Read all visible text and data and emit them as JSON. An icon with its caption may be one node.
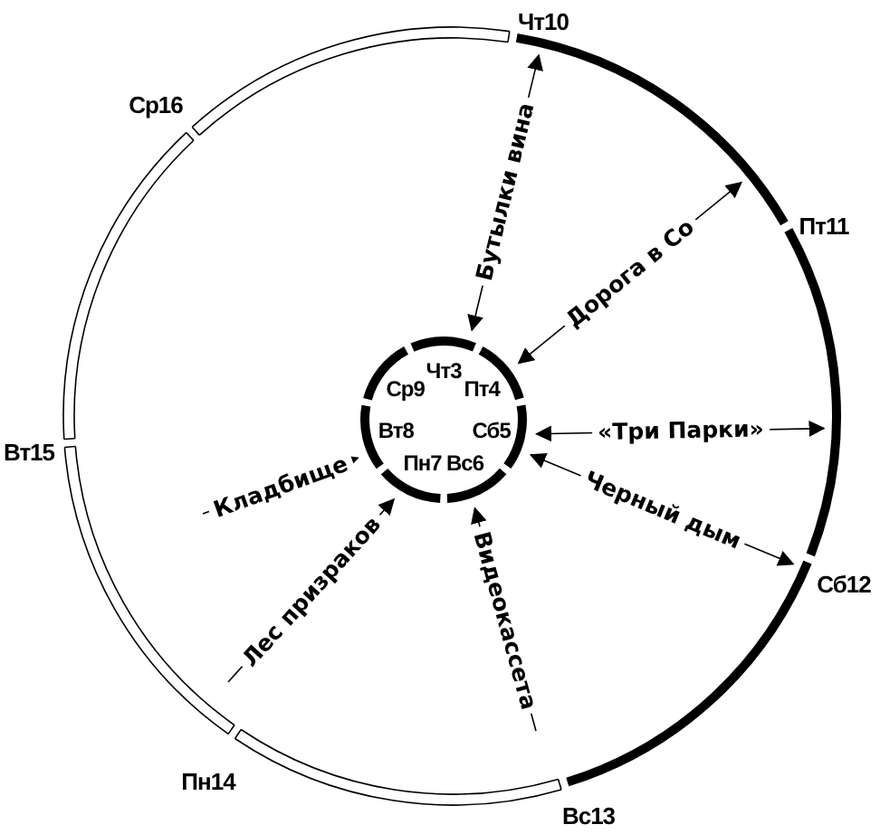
{
  "diagram": {
    "nodes": [
      {
        "text": [],
        "shape": "circle",
        "beside": [
          "Чт10",
          "Пт11",
          "Сб12",
          "Вс13",
          "Пн14",
          "Вт15",
          "Ср16"
        ]
      },
      {
        "text": [
          "Чт3",
          "Пт4",
          "Сб5",
          "Вс6",
          "Пн7",
          "Вт8",
          "Ср9"
        ],
        "in": 0
      }
    ],
    "edges": [
      {
        "from": 1,
        "to": 0,
        "arrow": "both",
        "label": "Бутылки вина"
      },
      {
        "from": 1,
        "to": 0,
        "arrow": "both",
        "label": "Дорога в Со"
      },
      {
        "from": 1,
        "to": 0,
        "arrow": "both",
        "label": "«Три Парки»"
      },
      {
        "from": 1,
        "to": 0,
        "arrow": "both",
        "label": "Черный дым"
      },
      {
        "from": null,
        "to": 1,
        "arrow": "to",
        "label": "Видеокассета"
      },
      {
        "from": null,
        "to": 1,
        "arrow": "to",
        "label": "Кладбище"
      },
      {
        "from": null,
        "to": 1,
        "arrow": "to",
        "label": "Лес призраков"
      }
    ]
  }
}
